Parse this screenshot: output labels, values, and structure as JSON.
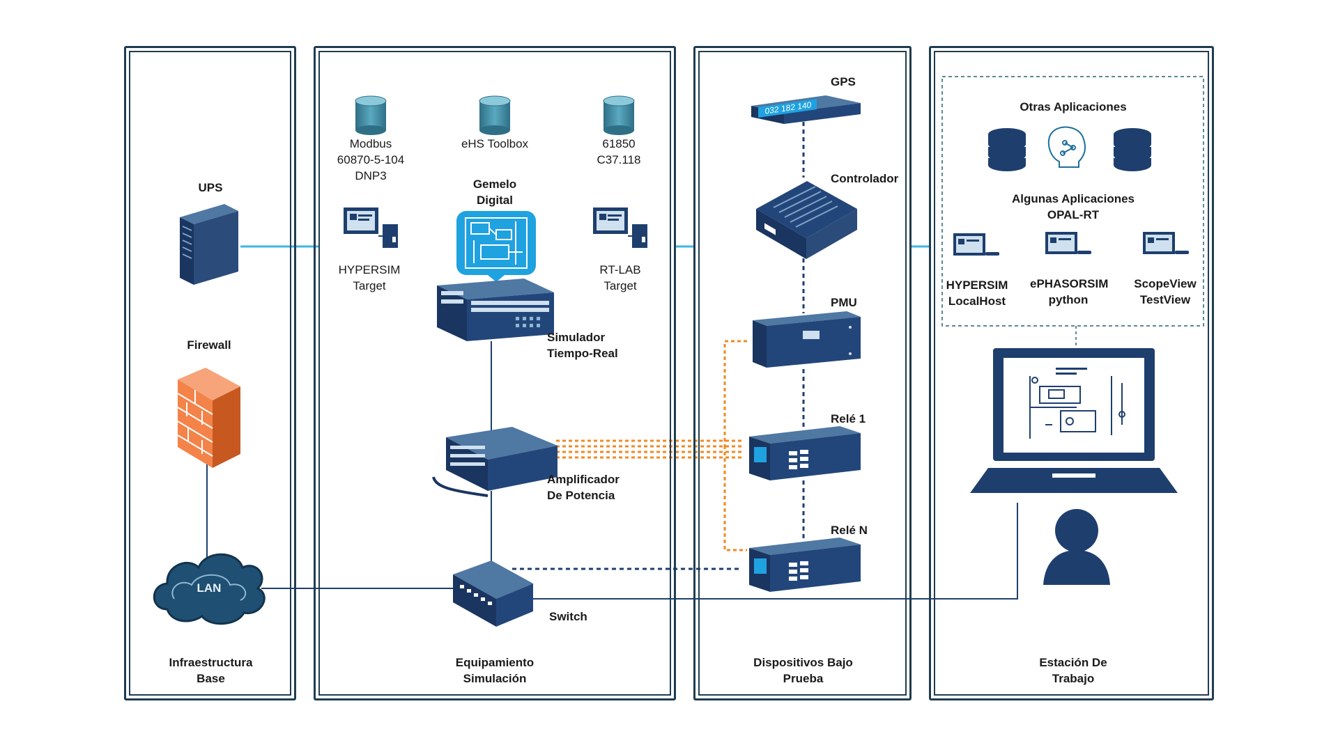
{
  "panels": {
    "infra": "Infraestructura\nBase",
    "sim": "Equipamiento\nSimulación",
    "dut": "Dispositivos Bajo\nPrueba",
    "ws": "Estación De\nTrabajo"
  },
  "infra": {
    "ups": "UPS",
    "firewall": "Firewall",
    "lan": "LAN"
  },
  "sim": {
    "db1": "Modbus\n60870-5-104\nDNP3",
    "db2": "eHS Toolbox",
    "db3": "61850\nC37.118",
    "gemelo": "Gemelo\nDigital",
    "hypersim_target": "HYPERSIM\nTarget",
    "rtlab_target": "RT-LAB\nTarget",
    "simulador": "Simulador\nTiempo-Real",
    "amplificador": "Amplificador\nDe Potencia",
    "switch": "Switch"
  },
  "dut": {
    "gps": "GPS",
    "gps_display": "032 182 140",
    "controlador": "Controlador",
    "pmu": "PMU",
    "rele1": "Relé 1",
    "releN": "Relé N"
  },
  "ws": {
    "otras": "Otras Aplicaciones",
    "algunas": "Algunas Aplicaciones\nOPAL-RT",
    "app1": "HYPERSIM\nLocalHost",
    "app2": "ePHASORSIM\npython",
    "app3": "ScopeView\nTestView"
  },
  "colors": {
    "navy": "#1e3f6e",
    "frame": "#1f3d4f",
    "cyan": "#3fb6e3",
    "orange": "#f08a24",
    "firewall": "#f4834a"
  }
}
